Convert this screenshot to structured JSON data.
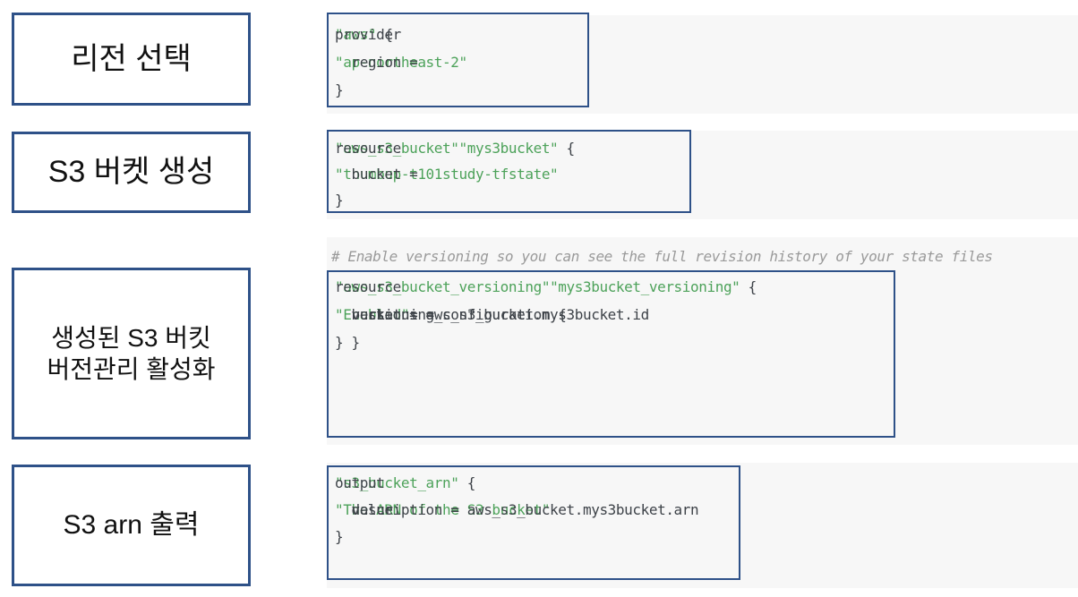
{
  "colors": {
    "border_navy": "#2e5188",
    "panel_bg": "#f7f7f7",
    "code_text": "#3d4248",
    "string_green": "#4da25a",
    "comment_gray": "#9a9a9a",
    "label_text": "#111111"
  },
  "sections": [
    {
      "label_lines": [
        "리전 선택"
      ],
      "comment": null,
      "code": [
        [
          {
            "t": "provider ",
            "c": "code"
          },
          {
            "t": "\"aws\"",
            "c": "str"
          },
          {
            "t": " {",
            "c": "code"
          }
        ],
        [
          {
            "t": "  region = ",
            "c": "code"
          },
          {
            "t": "\"ap-northeast-2\"",
            "c": "str"
          }
        ],
        [
          {
            "t": "}",
            "c": "code"
          }
        ]
      ]
    },
    {
      "label_lines": [
        "S3 버켓 생성"
      ],
      "comment": null,
      "code": [
        [
          {
            "t": "resource ",
            "c": "code"
          },
          {
            "t": "\"aws_s3_bucket\"",
            "c": "str"
          },
          {
            "t": " ",
            "c": "code"
          },
          {
            "t": "\"mys3bucket\"",
            "c": "str"
          },
          {
            "t": " {",
            "c": "code"
          }
        ],
        [
          {
            "t": "  bucket = ",
            "c": "code"
          },
          {
            "t": "\"thumbup-t101study-tfstate\"",
            "c": "str"
          }
        ],
        [
          {
            "t": "}",
            "c": "code"
          }
        ]
      ]
    },
    {
      "label_lines": [
        "생성된 S3 버킷",
        "버전관리 활성화"
      ],
      "comment": "# Enable versioning so you can see the full revision history of your state files",
      "code": [
        [
          {
            "t": "resource ",
            "c": "code"
          },
          {
            "t": "\"aws_s3_bucket_versioning\"",
            "c": "str"
          },
          {
            "t": " ",
            "c": "code"
          },
          {
            "t": "\"mys3bucket_versioning\"",
            "c": "str"
          },
          {
            "t": " {",
            "c": "code"
          }
        ],
        [
          {
            "t": "  bucket = aws_s3_bucket.mys3bucket.id",
            "c": "code"
          }
        ],
        [
          {
            "t": "  versioning_configuration {",
            "c": "code"
          }
        ],
        [
          {
            "t": "    status = ",
            "c": "code"
          },
          {
            "t": "\"Enabled\"",
            "c": "str"
          }
        ],
        [
          {
            "t": "  }",
            "c": "code"
          }
        ],
        [
          {
            "t": "}",
            "c": "code"
          }
        ]
      ]
    },
    {
      "label_lines": [
        "S3 arn 출력"
      ],
      "comment": null,
      "code": [
        [
          {
            "t": "output ",
            "c": "code"
          },
          {
            "t": "\"s3_bucket_arn\"",
            "c": "str"
          },
          {
            "t": " {",
            "c": "code"
          }
        ],
        [
          {
            "t": "  value       = aws_s3_bucket.mys3bucket.arn",
            "c": "code"
          }
        ],
        [
          {
            "t": "  description = ",
            "c": "code"
          },
          {
            "t": "\"The ARN of the S3 bucket\"",
            "c": "str"
          }
        ],
        [
          {
            "t": "}",
            "c": "code"
          }
        ]
      ]
    }
  ]
}
